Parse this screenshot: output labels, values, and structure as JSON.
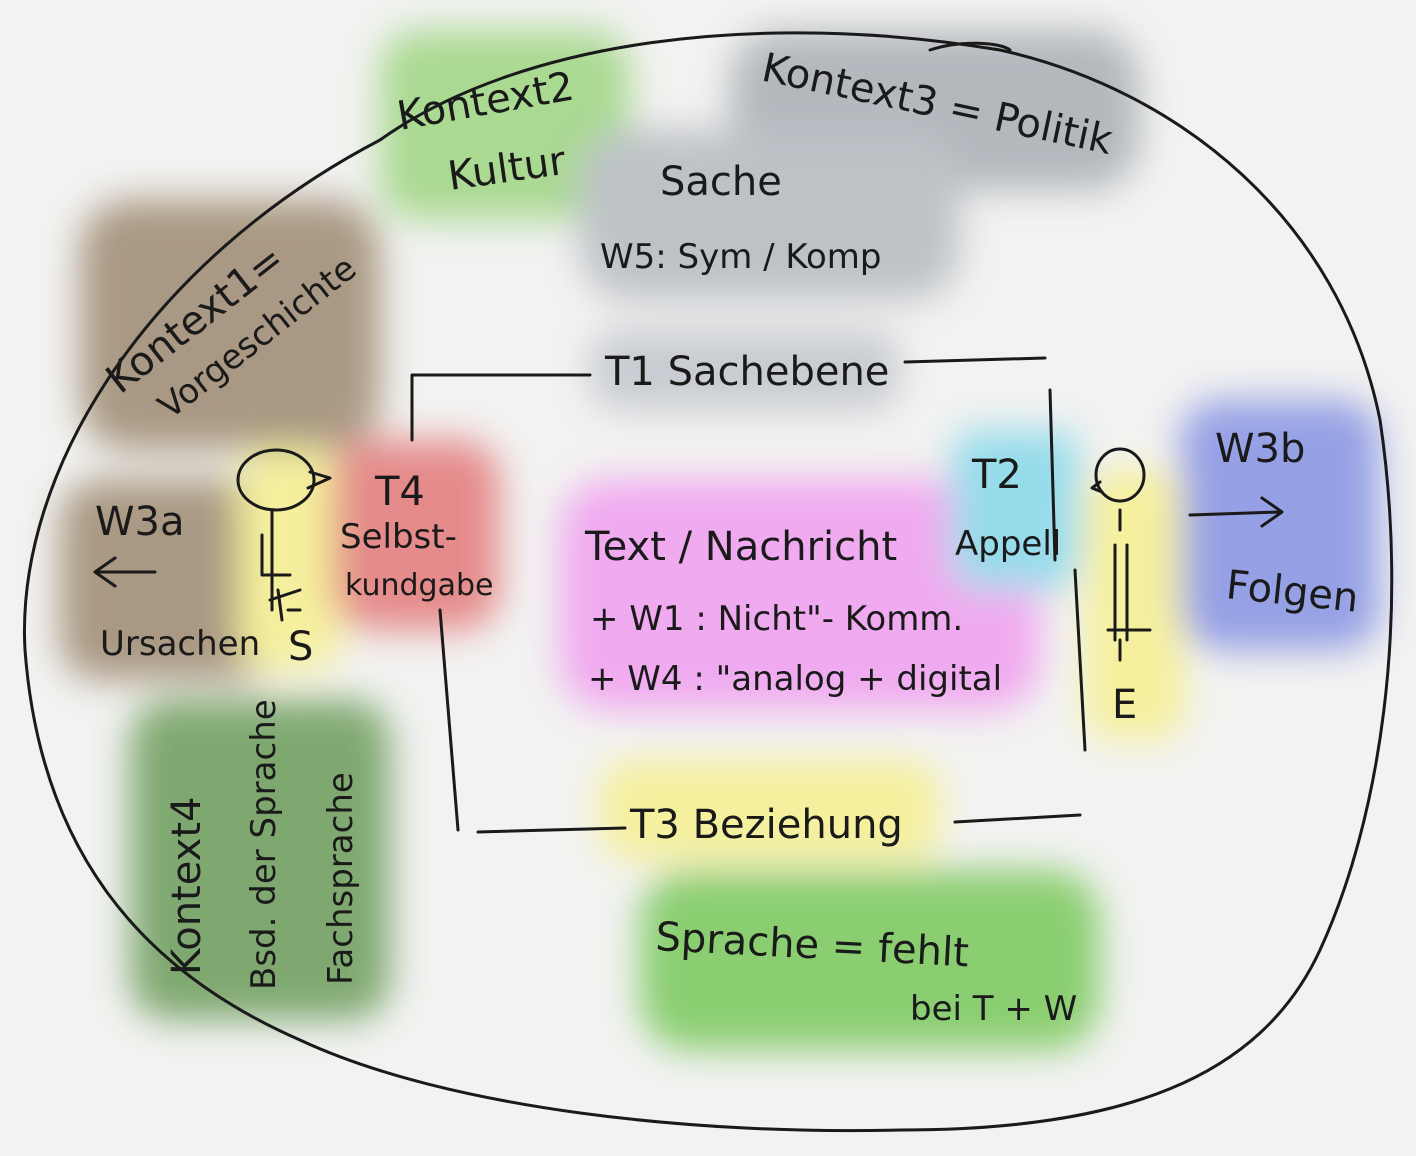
{
  "colors": {
    "paper": "#f2f2f1",
    "ink": "#1a1a1a",
    "green": "#8ccf6a",
    "gray": "#9aa0a8",
    "brown": "#8b7355",
    "red": "#e06060",
    "pink": "#f08cf0",
    "yellow": "#f7f07a",
    "cyan": "#6fd3e8",
    "blue": "#6f7fe0",
    "dark_green": "#4f8a3a",
    "bright_green": "#5fbf3a"
  },
  "labels": {
    "kontext2_line1": "Kontext2",
    "kontext2_line2": "Kultur",
    "kontext3": "Kontext3 = Politik",
    "sache": "Sache",
    "w5": "W5: Sym / Komp",
    "kontext1_line1": "Kontext1=",
    "kontext1_line2": "Vorgeschichte",
    "t1": "T1 Sachebene",
    "t4": "T4",
    "selbst_line1": "Selbst-",
    "selbst_line2": "kundgabe",
    "t2": "T2",
    "appell": "Appell",
    "w3b": "W3b",
    "folgen": "Folgen",
    "w3a": "W3a",
    "ursachen": "Ursachen",
    "sender": "S",
    "empfaenger": "E",
    "text_nachricht": "Text / Nachricht",
    "w1": "+ W1 : Nicht\"- Komm.",
    "w4": "+ W4 : \"analog + digital",
    "kontext4": "Kontext4",
    "bsd": "Bsd. der Sprache",
    "fachsprache": "Fachsprache",
    "t3": "T3 Beziehung",
    "sprache_line1": "Sprache = fehlt",
    "sprache_line2": "bei T + W"
  }
}
